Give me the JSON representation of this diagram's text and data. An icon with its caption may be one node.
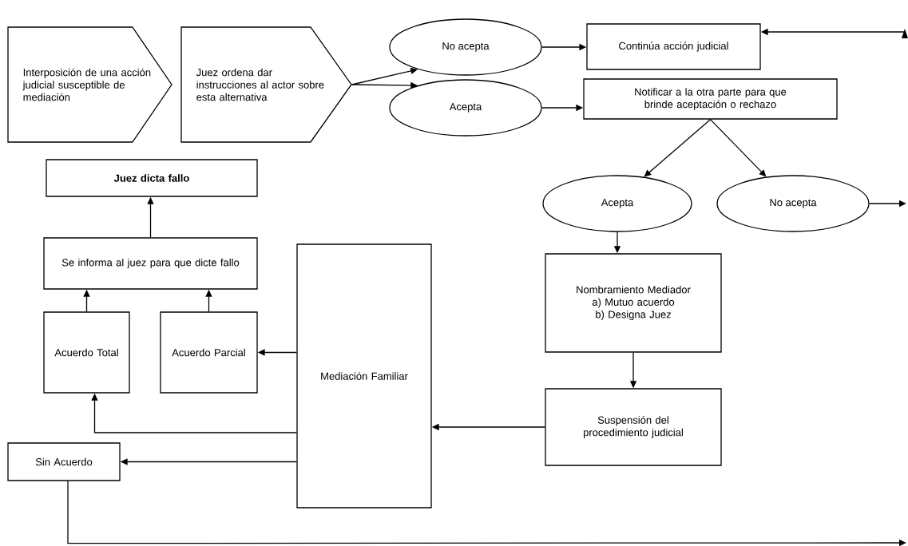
{
  "diagram": {
    "nodes": [
      {
        "text": [
          "Interposición de una acción judicial susceptible de mediación"
        ]
      },
      {
        "text": [
          "Juez ordena dar instrucciones al actor sobre esta alternativa"
        ]
      },
      {
        "text": [
          "No acepta"
        ]
      },
      {
        "text": [
          "Acepta"
        ]
      },
      {
        "text": [
          "Continúa acción judicial"
        ]
      },
      {
        "text": [
          "Notificar a la otra parte para que brinde aceptación o rechazo"
        ]
      },
      {
        "text": [
          "Acepta"
        ]
      },
      {
        "text": [
          "No acepta"
        ]
      },
      {
        "text": [
          "Nombramiento Mediador",
          "a) Mutuo acuerdo",
          "b) Designa Juez"
        ]
      },
      {
        "text": [
          "Suspensión del procedimiento judicial"
        ]
      },
      {
        "text": [
          "Mediación Familiar"
        ]
      },
      {
        "text": [
          "Sin Acuerdo"
        ]
      },
      {
        "text": [
          "Acuerdo Total"
        ]
      },
      {
        "text": [
          "Acuerdo Parcial"
        ]
      },
      {
        "text": [
          "Se informa al juez para que dicte fallo"
        ]
      },
      {
        "text": [
          "**Juez dicta fallo**"
        ]
      }
    ],
    "edges": [
      {
        "from": 1,
        "to": 2,
        "arrow": "to"
      },
      {
        "from": 1,
        "to": 3,
        "arrow": "to"
      },
      {
        "from": 2,
        "to": 4,
        "arrow": "to"
      },
      {
        "from": 3,
        "to": 5,
        "arrow": "to"
      },
      {
        "from": 5,
        "to": 6,
        "arrow": "to"
      },
      {
        "from": 5,
        "to": 7,
        "arrow": "to"
      },
      {
        "from": 7,
        "to": null,
        "arrow": "to"
      },
      {
        "from": 6,
        "to": 8,
        "arrow": "to"
      },
      {
        "from": 8,
        "to": 9,
        "arrow": "to"
      },
      {
        "from": 9,
        "to": 10,
        "arrow": "to"
      },
      {
        "from": 10,
        "to": 13,
        "arrow": "to"
      },
      {
        "from": 10,
        "to": 12,
        "arrow": "to"
      },
      {
        "from": 10,
        "to": 11,
        "arrow": "to"
      },
      {
        "from": 12,
        "to": 14,
        "arrow": "to"
      },
      {
        "from": 13,
        "to": 14,
        "arrow": "to"
      },
      {
        "from": 14,
        "to": 15,
        "arrow": "to"
      },
      {
        "from": 11,
        "to": null,
        "arrow": "to"
      },
      {
        "from": null,
        "to": 4,
        "arrow": "to"
      }
    ]
  }
}
